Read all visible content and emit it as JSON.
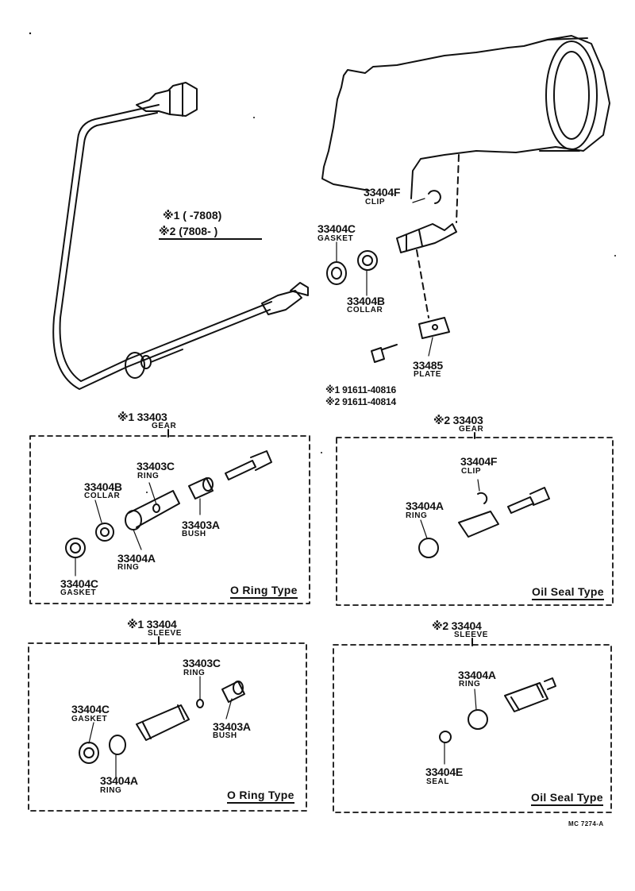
{
  "main": {
    "note_1": "※1 (      -7808)",
    "note_2": "※2 (7808-      )",
    "part_33404F": "33404F",
    "name_clip_main": "CLIP",
    "part_33404C_main": "33404C",
    "name_gasket_main": "GASKET",
    "part_33404B_main": "33404B",
    "name_collar_main": "COLLAR",
    "part_33485": "33485",
    "name_plate": "PLATE",
    "bolt_1": "※1 91611-40816",
    "bolt_2": "※2 91611-40814"
  },
  "panels": {
    "gear_oring": {
      "header_num": "※1 33403",
      "header_name": "GEAR",
      "type_label": "O Ring Type",
      "p1": "33403C",
      "n1": "RING",
      "p2": "33404B",
      "n2": "COLLAR",
      "p3": "33403A",
      "n3": "BUSH",
      "p4": "33404A",
      "n4": "RING",
      "p5": "33404C",
      "n5": "GASKET"
    },
    "gear_oilseal": {
      "header_num": "※2 33403",
      "header_name": "GEAR",
      "type_label": "Oil Seal Type",
      "p1": "33404F",
      "n1": "CLIP",
      "p2": "33404A",
      "n2": "RING"
    },
    "sleeve_oring": {
      "header_num": "※1 33404",
      "header_name": "SLEEVE",
      "type_label": "O Ring Type",
      "p1": "33403C",
      "n1": "RING",
      "p2": "33404C",
      "n2": "GASKET",
      "p3": "33403A",
      "n3": "BUSH",
      "p4": "33404A",
      "n4": "RING"
    },
    "sleeve_oilseal": {
      "header_num": "※2 33404",
      "header_name": "SLEEVE",
      "type_label": "Oil Seal Type",
      "p1": "33404A",
      "n1": "RING",
      "p2": "33404E",
      "n2": "SEAL"
    }
  },
  "ref_code": "MC 7274-A"
}
